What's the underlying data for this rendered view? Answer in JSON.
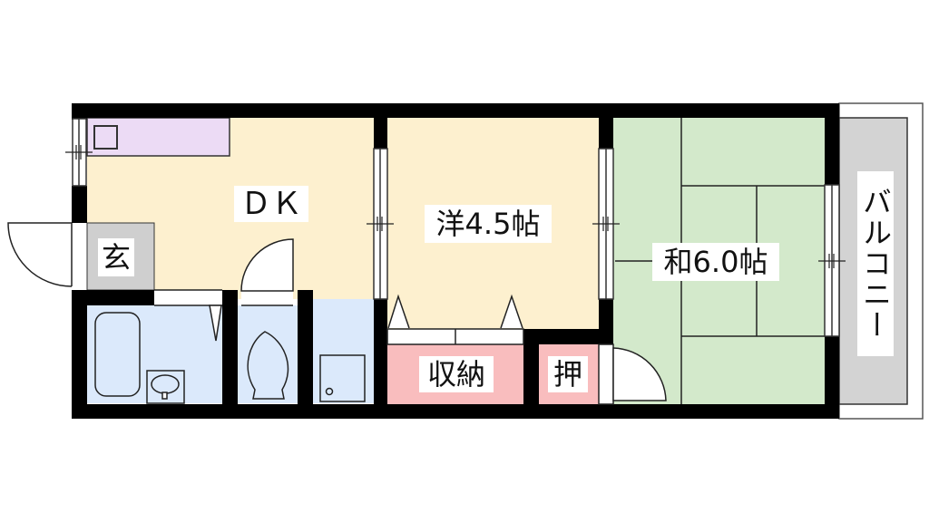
{
  "floor_plan": {
    "rooms": [
      {
        "id": "dk",
        "label": "ＤＫ",
        "type": "dining-kitchen",
        "color": "#fdf0cf"
      },
      {
        "id": "western",
        "label": "洋4.5帖",
        "type": "western-room",
        "size_jo": 4.5,
        "color": "#fdf0cf"
      },
      {
        "id": "japanese",
        "label": "和6.0帖",
        "type": "japanese-tatami-room",
        "size_jo": 6.0,
        "color": "#d3e9cb"
      },
      {
        "id": "entrance",
        "label": "玄",
        "type": "entrance",
        "color": "#cfcfcf"
      },
      {
        "id": "storage",
        "label": "収納",
        "type": "storage-closet",
        "color": "#f9bdbe"
      },
      {
        "id": "oshiire",
        "label": "押",
        "type": "oshiire-closet",
        "color": "#f9bdbe"
      },
      {
        "id": "balcony",
        "label": "バルコニー",
        "type": "balcony",
        "color": "#d3d3d3"
      },
      {
        "id": "bath",
        "label": "",
        "type": "bathroom",
        "color": "#dbe9fb"
      },
      {
        "id": "toilet",
        "label": "",
        "type": "toilet",
        "color": "#dbe9fb"
      },
      {
        "id": "laundry",
        "label": "",
        "type": "washing-machine-space",
        "color": "#dbe9fb"
      }
    ],
    "kitchen_counter_color": "#ecdbf5",
    "wall_color": "#000000"
  }
}
